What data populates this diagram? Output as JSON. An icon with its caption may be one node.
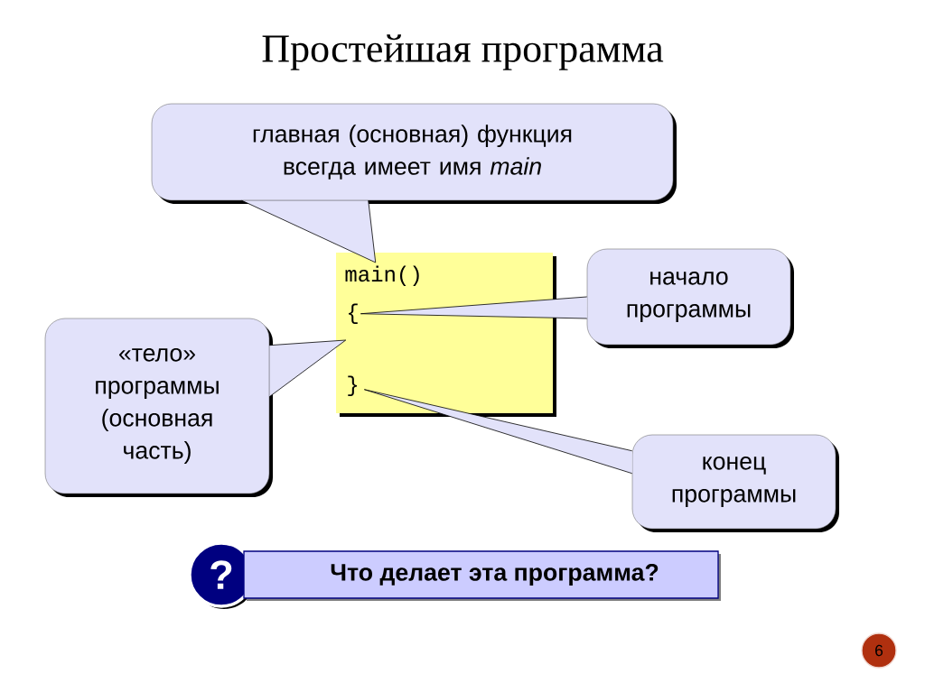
{
  "diagram": {
    "title": "Простейшая программа",
    "nodes": [
      {
        "text": [
          "главная (основная) функция всегда имеет имя *main*"
        ]
      },
      {
        "text": [],
        "shape": "box"
      },
      {
        "text": [
          "main()"
        ],
        "in": 1
      },
      {
        "text": [
          "{"
        ],
        "in": 1
      },
      {
        "text": [
          "}"
        ],
        "in": 1
      },
      {
        "text": [
          "начало программы"
        ]
      },
      {
        "text": [
          "«тело» программы (основная часть)"
        ]
      },
      {
        "text": [
          "конец программы"
        ]
      },
      {
        "text": [
          "?"
        ]
      },
      {
        "text": [
          "Что делает эта программа?"
        ]
      }
    ],
    "edges": [
      {
        "from": 0,
        "to": 2,
        "arrow": "none"
      },
      {
        "from": 5,
        "to": 3,
        "arrow": "none"
      },
      {
        "from": 6,
        "to": 1,
        "arrow": "none"
      },
      {
        "from": 7,
        "to": 4,
        "arrow": "none"
      }
    ],
    "labels": [
      "6"
    ]
  }
}
